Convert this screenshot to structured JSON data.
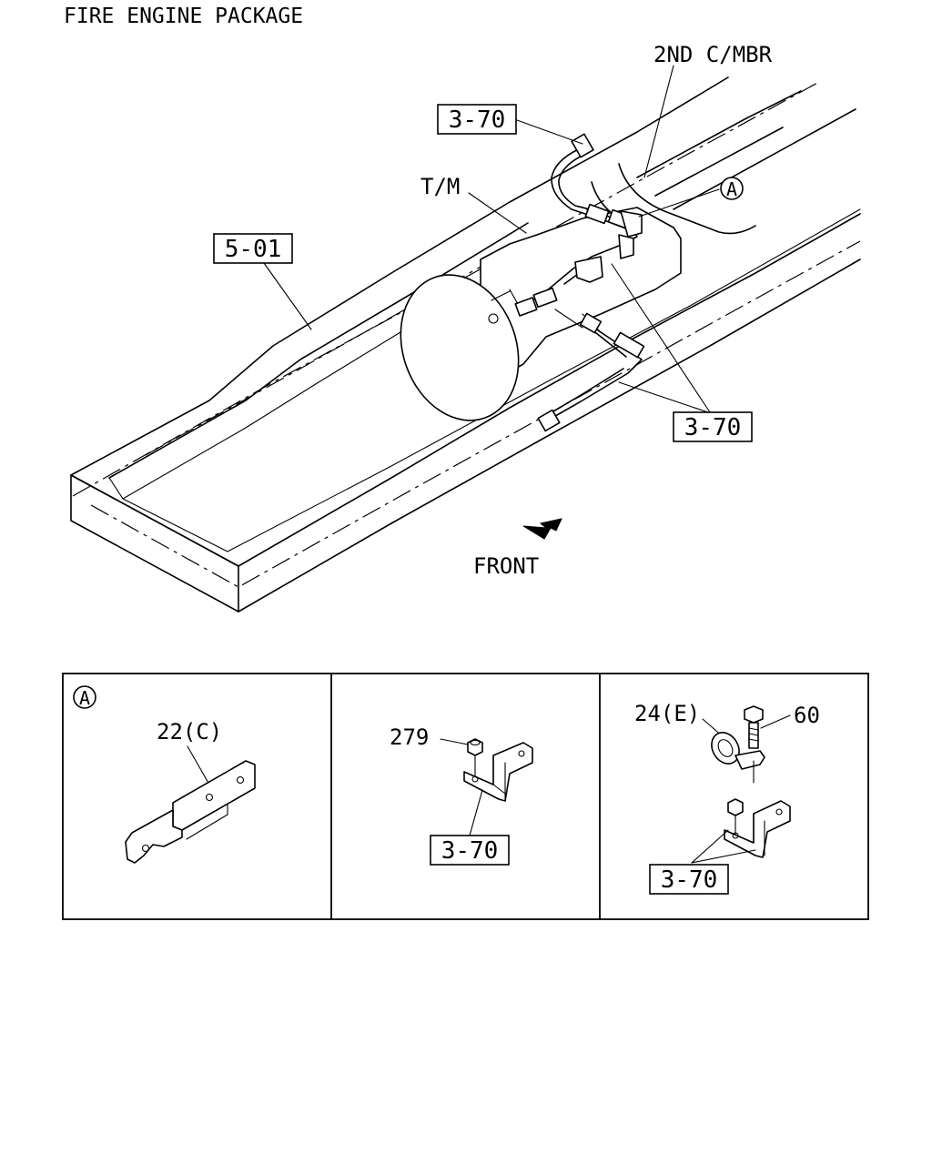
{
  "title": "FIRE ENGINE PACKAGE",
  "labels": {
    "crossmember": "2ND C/MBR",
    "transmission": "T/M",
    "front": "FRONT",
    "detail_marker": "A"
  },
  "callouts": {
    "ref_top": "3-70",
    "ref_frame": "5-01",
    "ref_mid": "3-70"
  },
  "details": {
    "panel_a": {
      "marker": "A",
      "part": "22(C)"
    },
    "panel_b": {
      "part": "279",
      "ref": "3-70"
    },
    "panel_c": {
      "part_clip": "24(E)",
      "part_bolt": "60",
      "ref": "3-70"
    }
  }
}
